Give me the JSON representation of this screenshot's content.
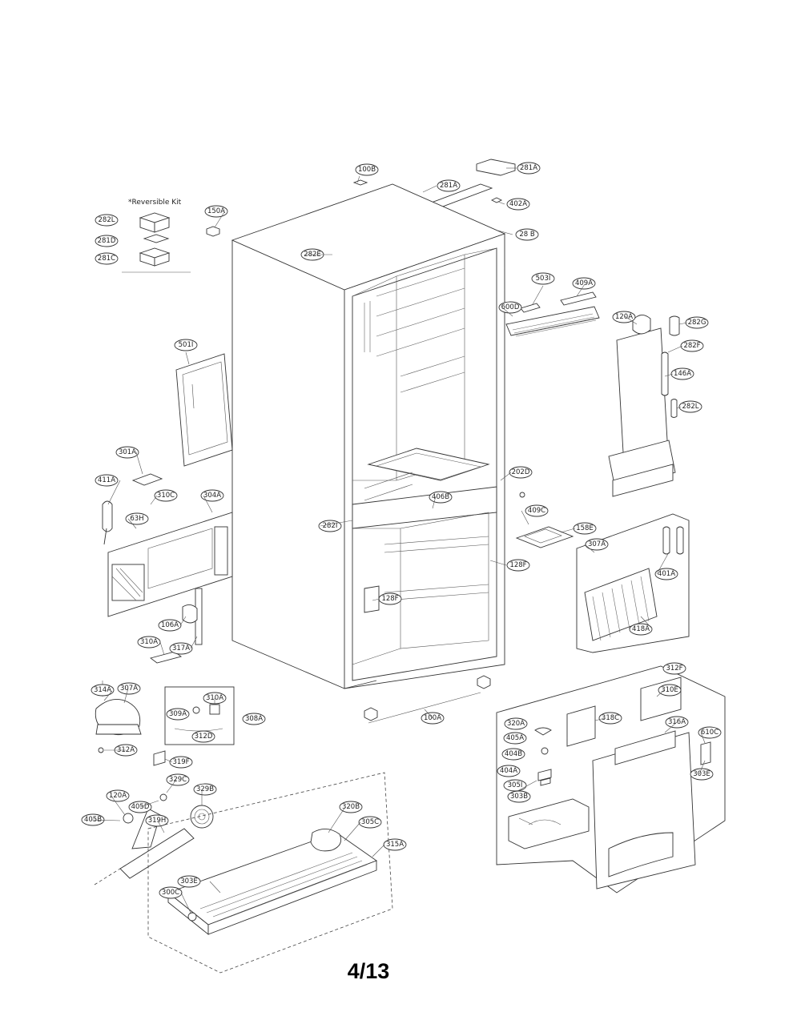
{
  "diagram": {
    "kit_label": "*Reversible Kit",
    "page_number": "4/13",
    "callouts": [
      {
        "id": "c1",
        "text": "281A"
      },
      {
        "id": "c2",
        "text": "100B"
      },
      {
        "id": "c3",
        "text": "281A"
      },
      {
        "id": "c4",
        "text": "402A"
      },
      {
        "id": "c5",
        "text": "28 B"
      },
      {
        "id": "c6",
        "text": "150A"
      },
      {
        "id": "c7",
        "text": "282L"
      },
      {
        "id": "c8",
        "text": "281D"
      },
      {
        "id": "c9",
        "text": "281C"
      },
      {
        "id": "c10",
        "text": "282E"
      },
      {
        "id": "c11",
        "text": "503I"
      },
      {
        "id": "c12",
        "text": "409A"
      },
      {
        "id": "c13",
        "text": "120A"
      },
      {
        "id": "c14",
        "text": "600D"
      },
      {
        "id": "c15",
        "text": "282G"
      },
      {
        "id": "c16",
        "text": "282F"
      },
      {
        "id": "c17",
        "text": "146A"
      },
      {
        "id": "c18",
        "text": "282L"
      },
      {
        "id": "c19",
        "text": "501I"
      },
      {
        "id": "c20",
        "text": "301A"
      },
      {
        "id": "c21",
        "text": "411A"
      },
      {
        "id": "c22",
        "text": "310C"
      },
      {
        "id": "c23",
        "text": "304A"
      },
      {
        "id": "c24",
        "text": "63H"
      },
      {
        "id": "c25",
        "text": "202D"
      },
      {
        "id": "c26",
        "text": "406B"
      },
      {
        "id": "c27",
        "text": "409C"
      },
      {
        "id": "c28",
        "text": "282I"
      },
      {
        "id": "c29",
        "text": "158E"
      },
      {
        "id": "c30",
        "text": "307A"
      },
      {
        "id": "c31",
        "text": "128F"
      },
      {
        "id": "c32",
        "text": "401A"
      },
      {
        "id": "c33",
        "text": "128F"
      },
      {
        "id": "c34",
        "text": "418A"
      },
      {
        "id": "c35",
        "text": "106A"
      },
      {
        "id": "c36",
        "text": "310A"
      },
      {
        "id": "c37",
        "text": "317A"
      },
      {
        "id": "c38",
        "text": "314A"
      },
      {
        "id": "c39",
        "text": "307A"
      },
      {
        "id": "c40",
        "text": "310A"
      },
      {
        "id": "c41",
        "text": "309A"
      },
      {
        "id": "c42",
        "text": "308A"
      },
      {
        "id": "c43",
        "text": "312D"
      },
      {
        "id": "c44",
        "text": "312A"
      },
      {
        "id": "c45",
        "text": "319F"
      },
      {
        "id": "c46",
        "text": "100A"
      },
      {
        "id": "c47",
        "text": "312F"
      },
      {
        "id": "c48",
        "text": "310E"
      },
      {
        "id": "c49",
        "text": "320A"
      },
      {
        "id": "c50",
        "text": "318C"
      },
      {
        "id": "c51",
        "text": "316A"
      },
      {
        "id": "c52",
        "text": "610C"
      },
      {
        "id": "c53",
        "text": "405A"
      },
      {
        "id": "c54",
        "text": "404B"
      },
      {
        "id": "c55",
        "text": "404A"
      },
      {
        "id": "c56",
        "text": "305I"
      },
      {
        "id": "c57",
        "text": "303E"
      },
      {
        "id": "c58",
        "text": "303B"
      },
      {
        "id": "c59",
        "text": "405D"
      },
      {
        "id": "c60",
        "text": "329C"
      },
      {
        "id": "c61",
        "text": "120A"
      },
      {
        "id": "c62",
        "text": "329B"
      },
      {
        "id": "c63",
        "text": "405B"
      },
      {
        "id": "c64",
        "text": "319H"
      },
      {
        "id": "c65",
        "text": "320B"
      },
      {
        "id": "c66",
        "text": "305C"
      },
      {
        "id": "c67",
        "text": "315A"
      },
      {
        "id": "c68",
        "text": "303E"
      },
      {
        "id": "c69",
        "text": "300C"
      }
    ]
  }
}
